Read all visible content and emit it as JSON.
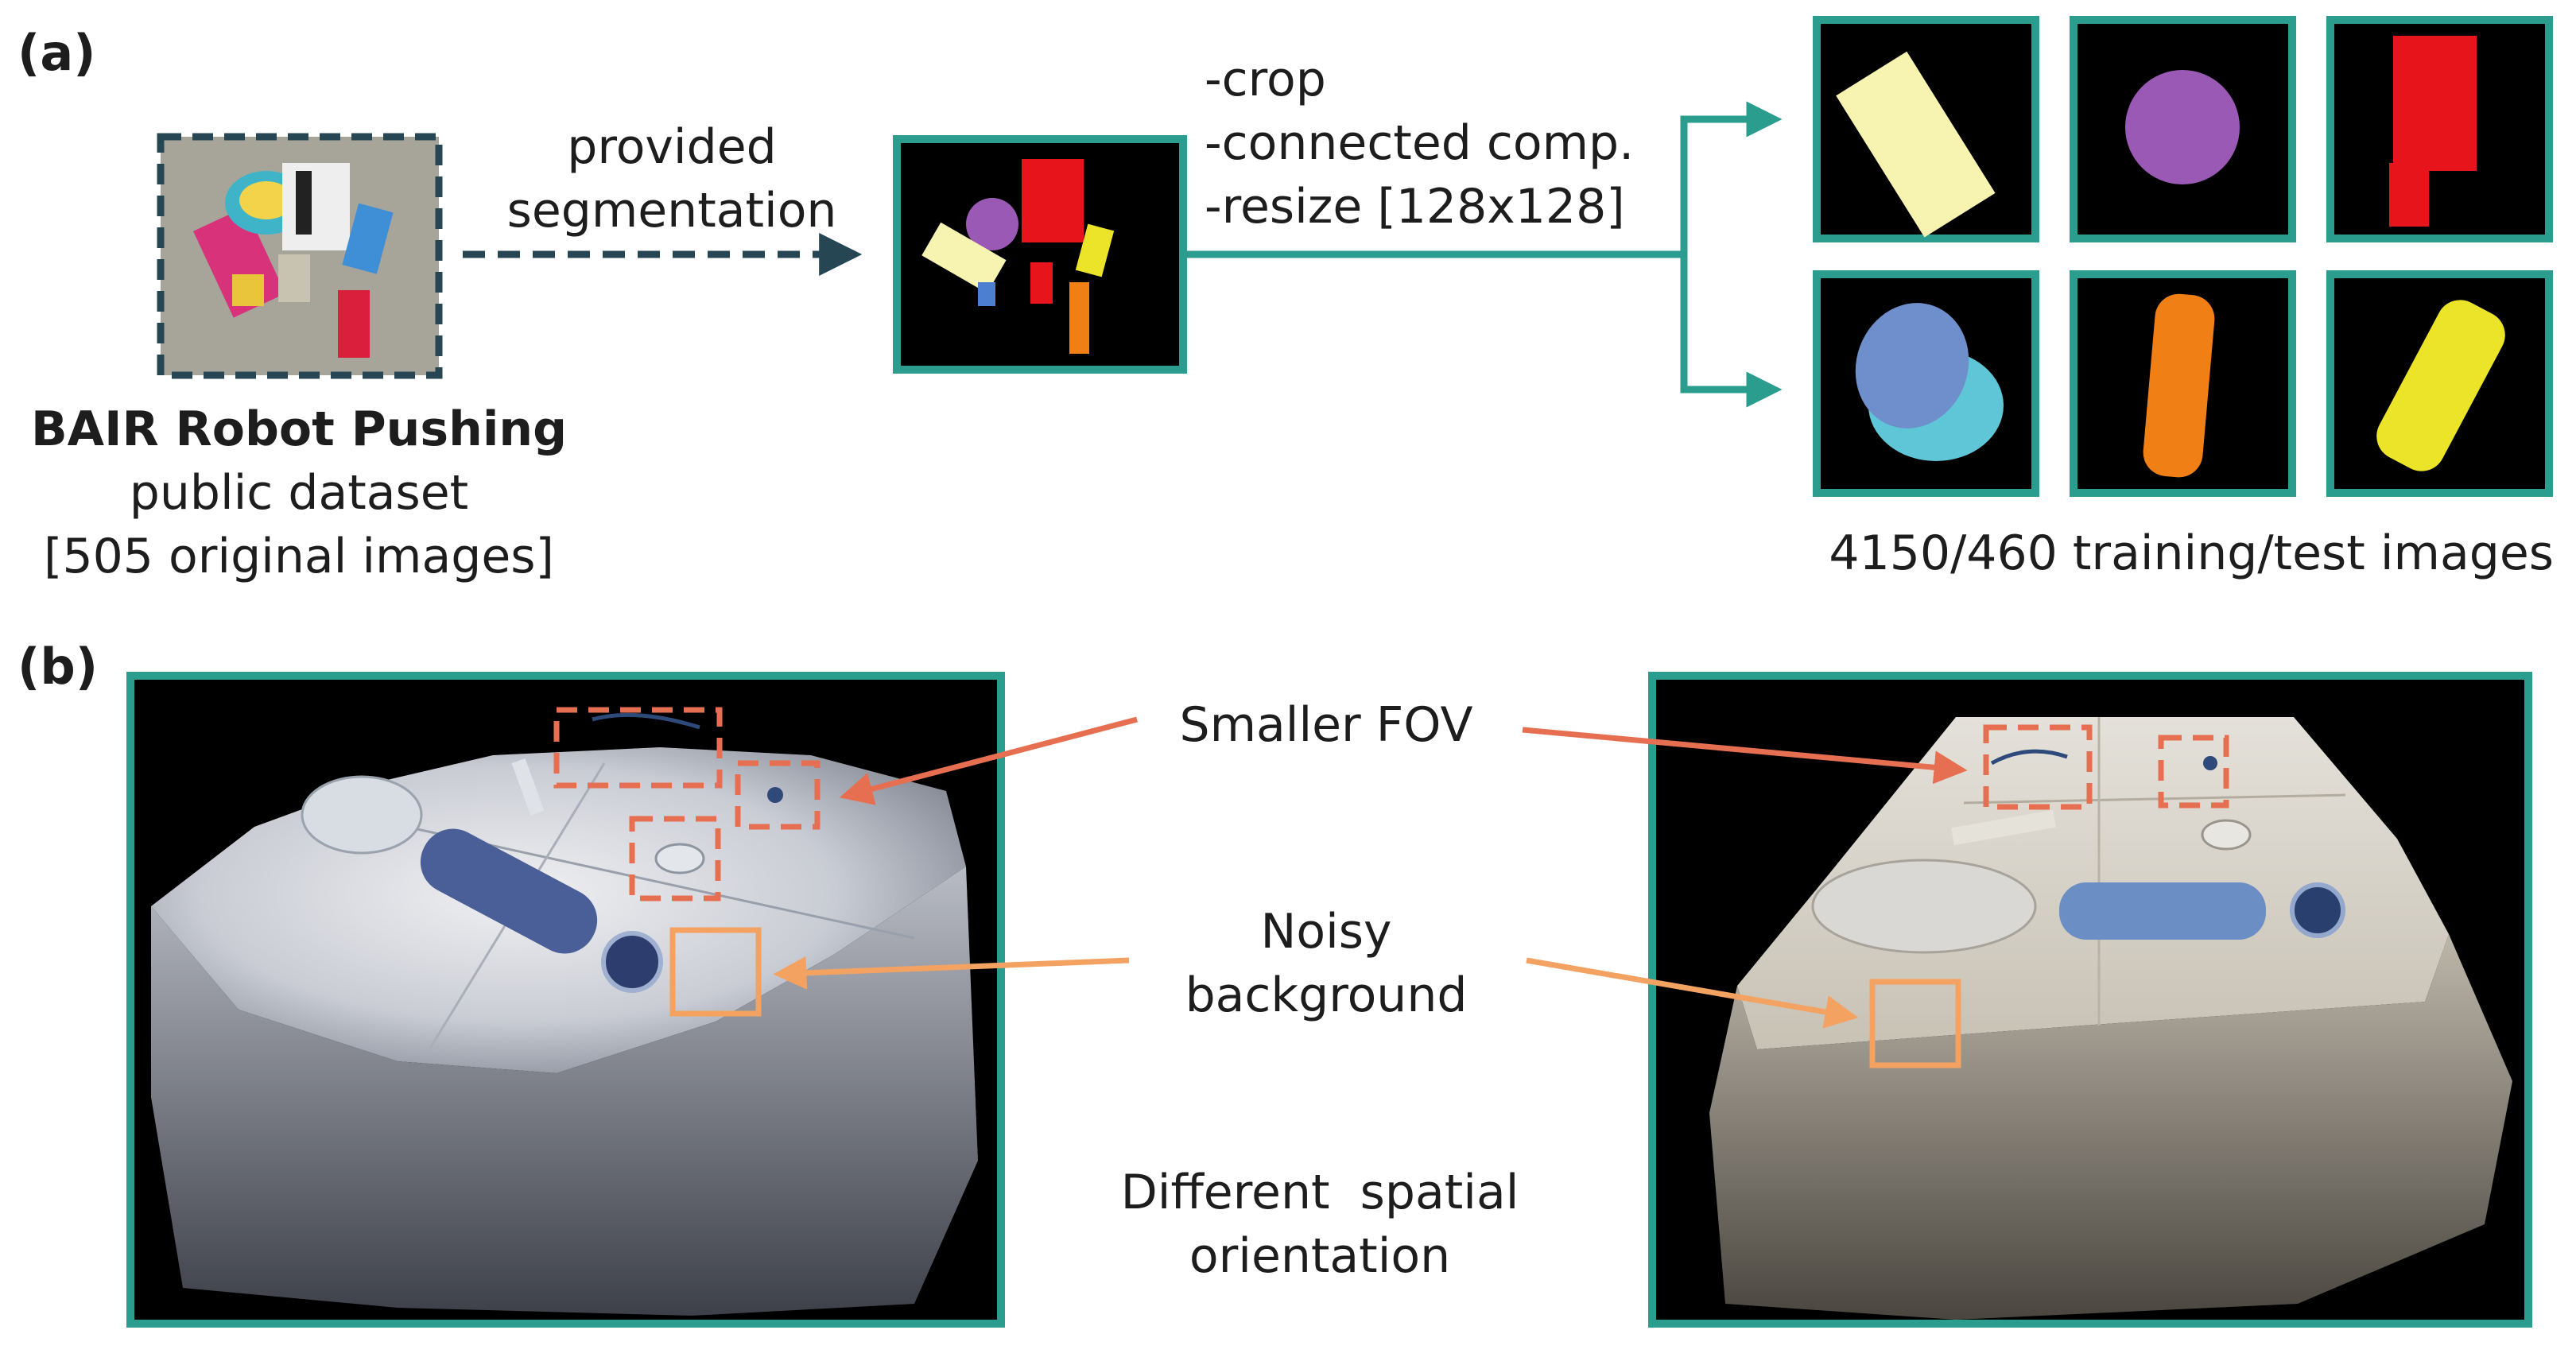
{
  "colors": {
    "teal": "#2a9d8f",
    "navy": "#264653",
    "coral": "#e76f51",
    "orange": "#f4a261",
    "black": "#000000"
  },
  "panel_a": {
    "label": "(a)",
    "dataset_title": "BAIR Robot Pushing",
    "dataset_line2": "public dataset",
    "dataset_line3": "[505 original images]",
    "arrow_label_line1": "provided",
    "arrow_label_line2": "segmentation",
    "steps": [
      "-crop",
      "-connected comp.",
      "-resize [128x128]"
    ],
    "output_caption": "4150/460 training/test images",
    "segment_colors": [
      "#f7f3b0",
      "#9b59b6",
      "#e8141c",
      "#6f8fcc",
      "#f07f16",
      "#ece428"
    ]
  },
  "panel_b": {
    "label": "(b)",
    "annotations": {
      "fov": "Smaller FOV",
      "noisy_line1": "Noisy",
      "noisy_line2": "background",
      "orient_line1": "Different  spatial",
      "orient_line2": "orientation"
    }
  }
}
